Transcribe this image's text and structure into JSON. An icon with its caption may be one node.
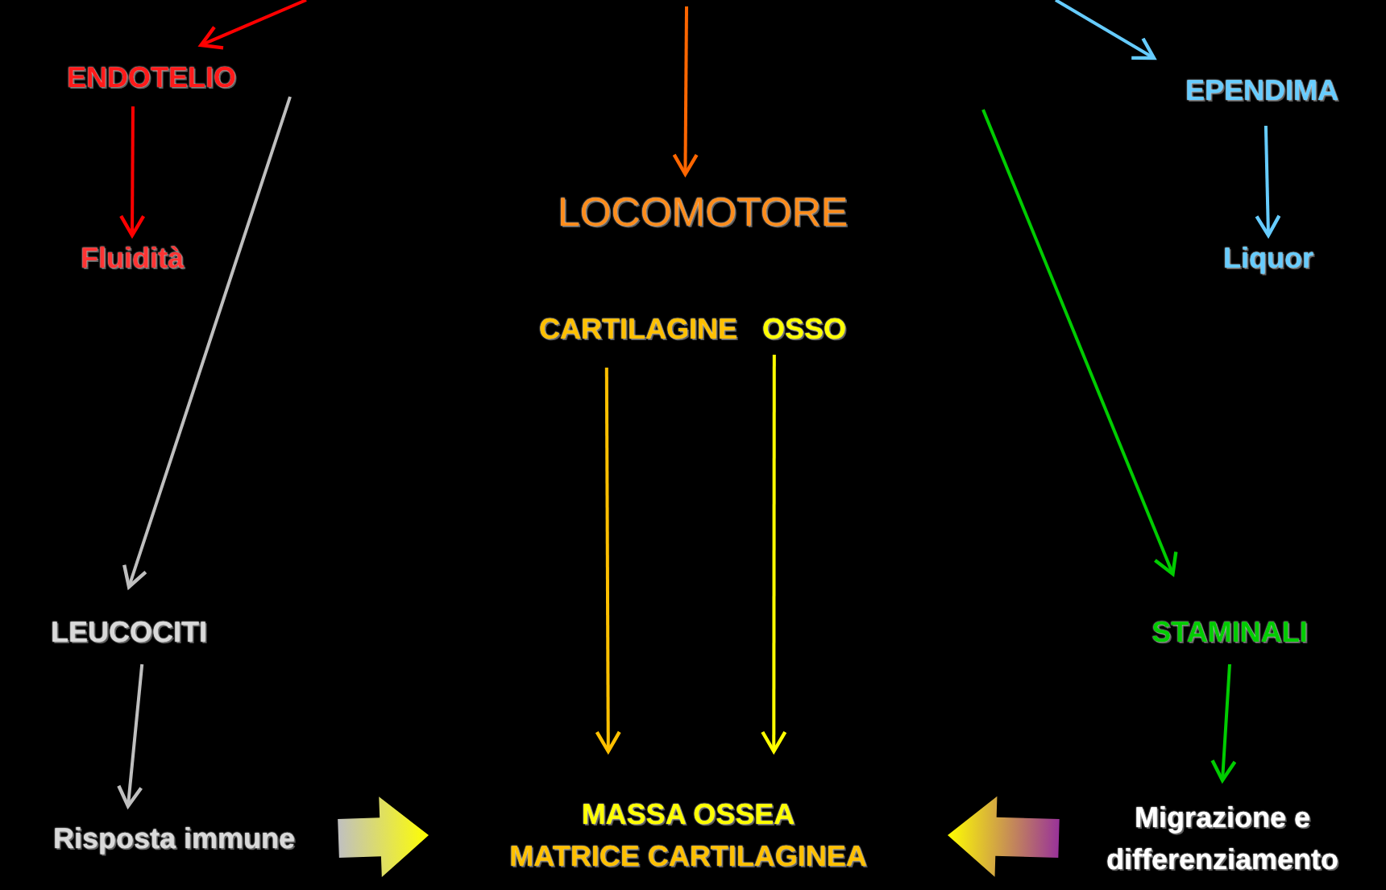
{
  "diagram": {
    "nodes": [
      {
        "text": [
          "ENDOTELIO"
        ]
      },
      {
        "text": [
          "Fluidità"
        ]
      },
      {
        "text": [
          "EPENDIMA"
        ]
      },
      {
        "text": [
          "Liquor"
        ]
      },
      {
        "text": [
          "LOCOMOTORE"
        ]
      },
      {
        "text": [
          "CARTILAGINE"
        ]
      },
      {
        "text": [
          "OSSO"
        ]
      },
      {
        "text": [
          "LEUCOCITI"
        ]
      },
      {
        "text": [
          "Risposta immune"
        ]
      },
      {
        "text": [
          "STAMINALI"
        ]
      },
      {
        "text": [
          "Migrazione e differenziamento"
        ]
      },
      {
        "text": [
          "MASSA OSSEA",
          "MATRICE CARTILAGINEA"
        ]
      }
    ],
    "edges": [
      {
        "from": null,
        "to": 0,
        "arrow": "to",
        "color": "#ff0000"
      },
      {
        "from": null,
        "to": 4,
        "arrow": "to",
        "color": "#ff6600"
      },
      {
        "from": null,
        "to": 2,
        "arrow": "to",
        "color": "#66ccff"
      },
      {
        "from": 0,
        "to": 1,
        "arrow": "to",
        "color": "#ff0000"
      },
      {
        "from": null,
        "to": 7,
        "arrow": "to",
        "color": "#bfbfbf"
      },
      {
        "from": 2,
        "to": 3,
        "arrow": "to",
        "color": "#66ccff"
      },
      {
        "from": null,
        "to": 9,
        "arrow": "to",
        "color": "#00cc00"
      },
      {
        "from": 5,
        "to": 11,
        "arrow": "to",
        "color": "#ffc000"
      },
      {
        "from": 6,
        "to": 11,
        "arrow": "to",
        "color": "#ffff00"
      },
      {
        "from": 7,
        "to": 8,
        "arrow": "to",
        "color": "#bfbfbf"
      },
      {
        "from": 9,
        "to": 10,
        "arrow": "to",
        "color": "#00cc00"
      },
      {
        "from": 8,
        "to": 11,
        "arrow": "to",
        "style": "thick",
        "color": "#c0c0c0"
      },
      {
        "from": 10,
        "to": 11,
        "arrow": "to",
        "style": "thick",
        "color": "#993399"
      }
    ]
  }
}
